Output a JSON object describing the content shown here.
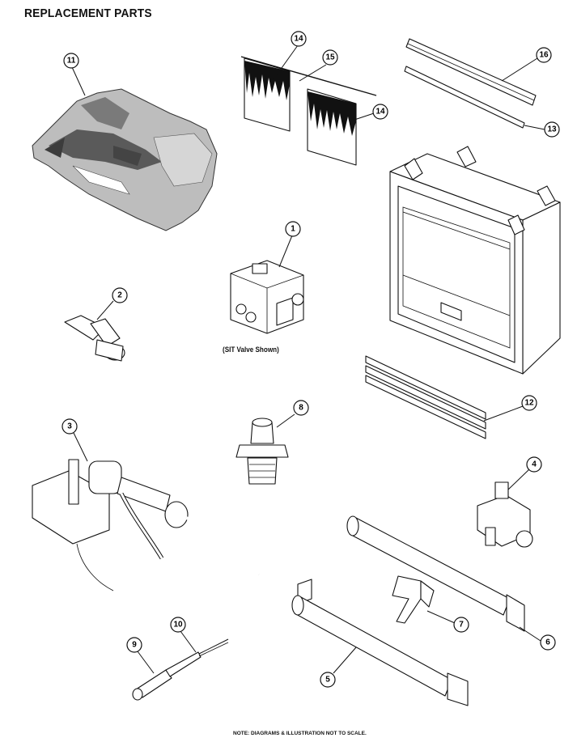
{
  "title": "REPLACEMENT PARTS",
  "caption_valve": "(SIT Valve Shown)",
  "note": "NOTE: DIAGRAMS & ILLUSTRATION NOT TO SCALE.",
  "callouts": {
    "c1": "1",
    "c2": "2",
    "c3": "3",
    "c4": "4",
    "c5": "5",
    "c6": "6",
    "c7": "7",
    "c8": "8",
    "c9": "9",
    "c10": "10",
    "c11": "11",
    "c12": "12",
    "c13": "13",
    "c14a": "14",
    "c14b": "14",
    "c15": "15",
    "c16": "16"
  }
}
